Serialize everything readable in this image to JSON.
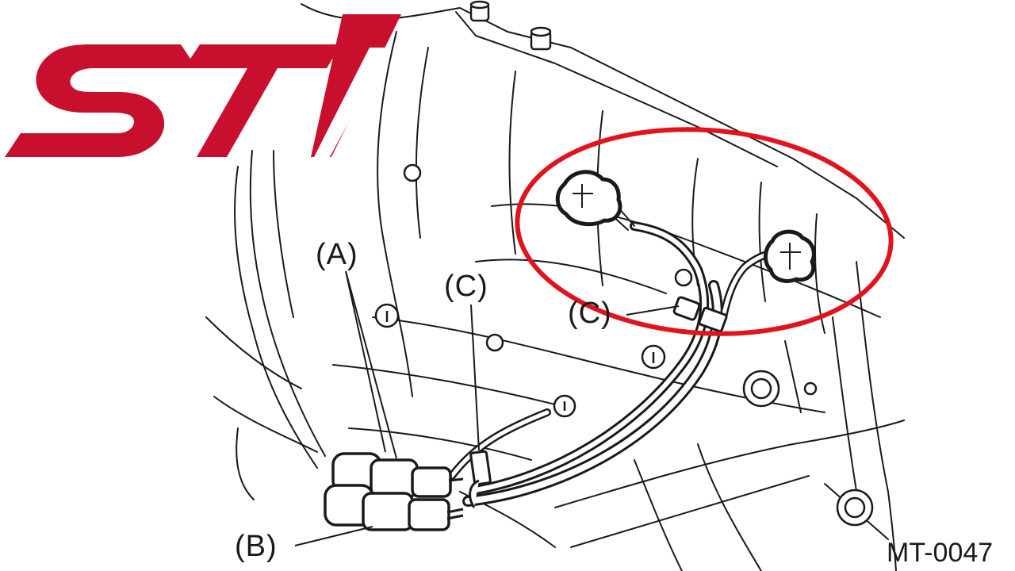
{
  "logo": {
    "brand_text": "STI",
    "brand_color": "#c8102e",
    "icon": "sti-logo-icon"
  },
  "diagram": {
    "labels": {
      "a": "(A)",
      "b": "(B)",
      "c_lower": "(C)",
      "c_upper": "(C)"
    },
    "figure_code": "MT-0047",
    "highlight_color": "#e0141e",
    "line_color": "#1a1a1a"
  }
}
